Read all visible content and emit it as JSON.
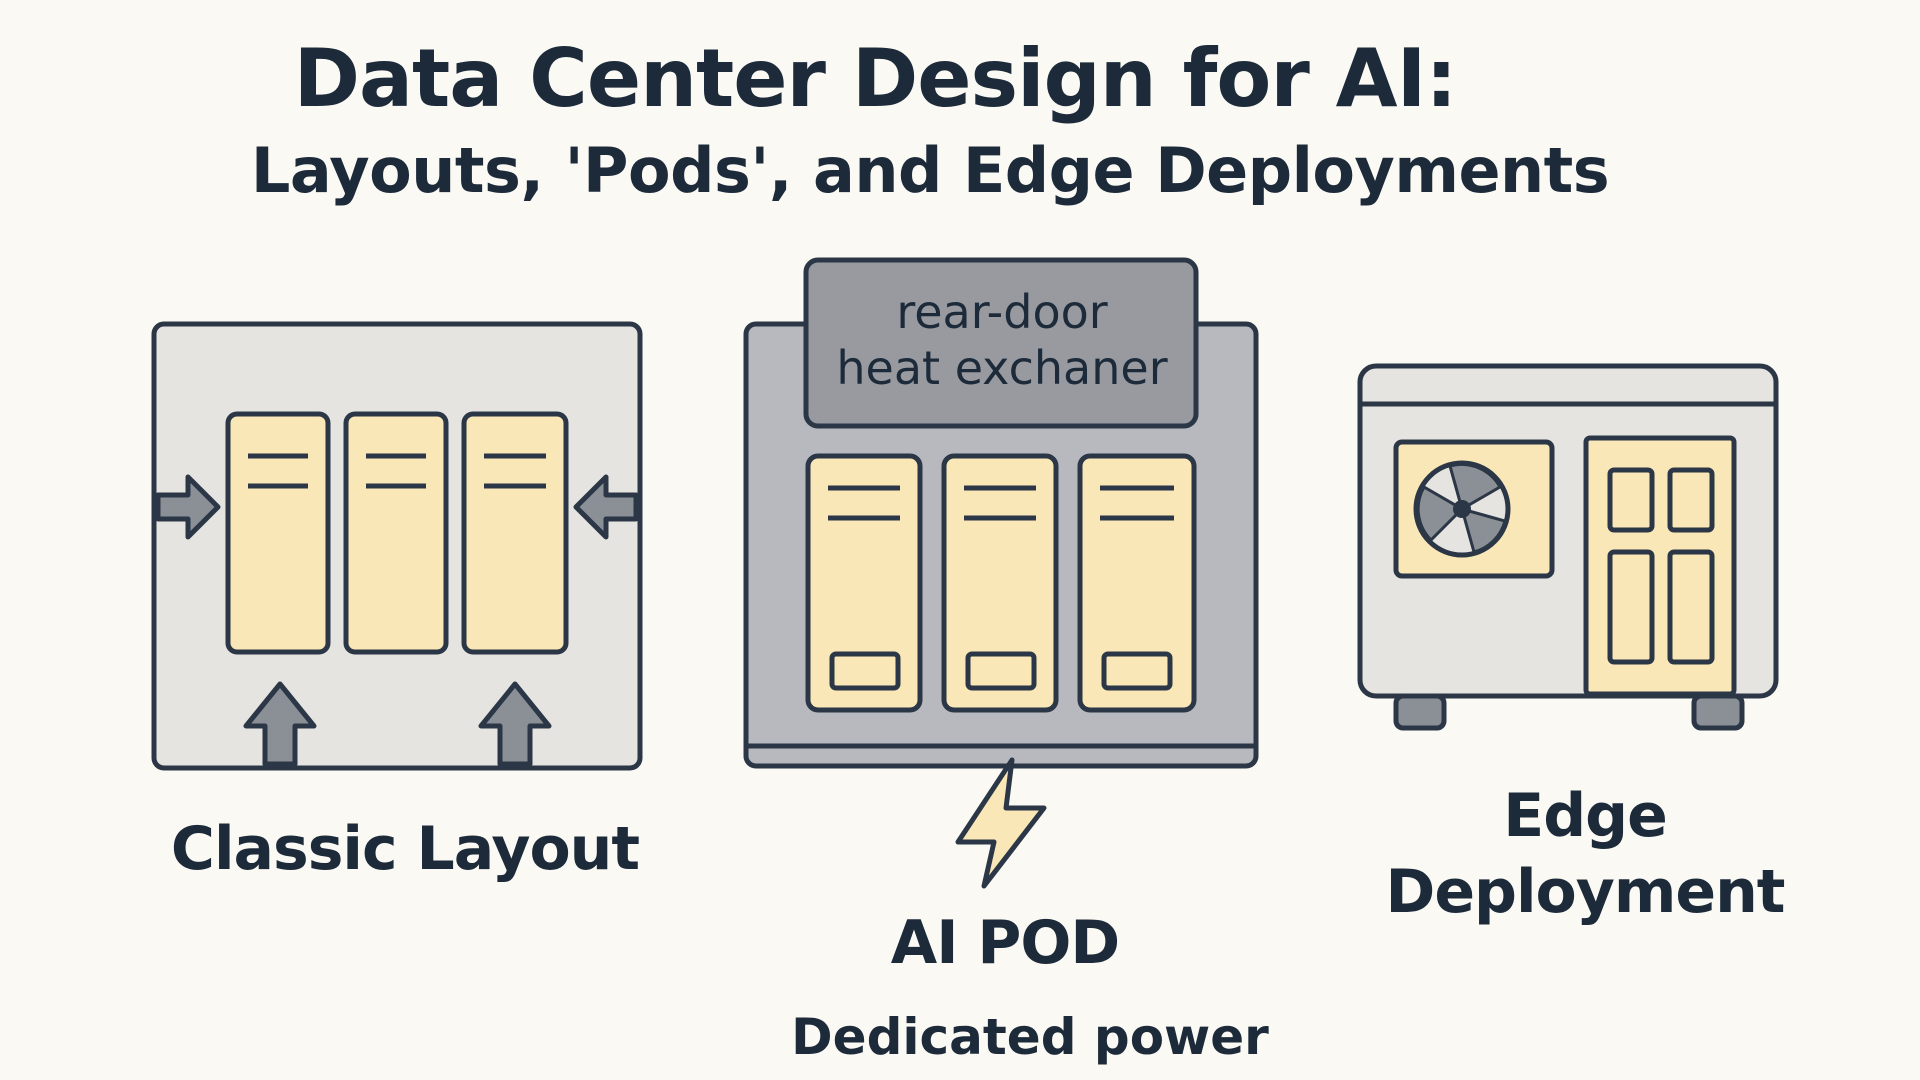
{
  "title": "Data Center Design for AI:",
  "subtitle": "Layouts, 'Pods', and Edge Deployments",
  "panels": {
    "classic": {
      "label": "Classic Layout"
    },
    "pod": {
      "exchanger_line1": "rear-door",
      "exchanger_line2": "heat exchaner",
      "label": "AI POD",
      "sublabel": "Dedicated power"
    },
    "edge": {
      "label_line1": "Edge",
      "label_line2": "Deployment"
    }
  },
  "colors": {
    "background": "#fbf9f3",
    "outline": "#2b3746",
    "rack_fill": "#f9e7b8",
    "panel_light": "#e6e4e0",
    "panel_mid": "#b7b9bf",
    "exchanger_fill": "#989aa0",
    "arrow_fill": "#8b8f96"
  },
  "icons": [
    "arrow-right-icon",
    "arrow-left-icon",
    "arrow-up-icon",
    "lightning-bolt-icon",
    "fan-icon"
  ]
}
